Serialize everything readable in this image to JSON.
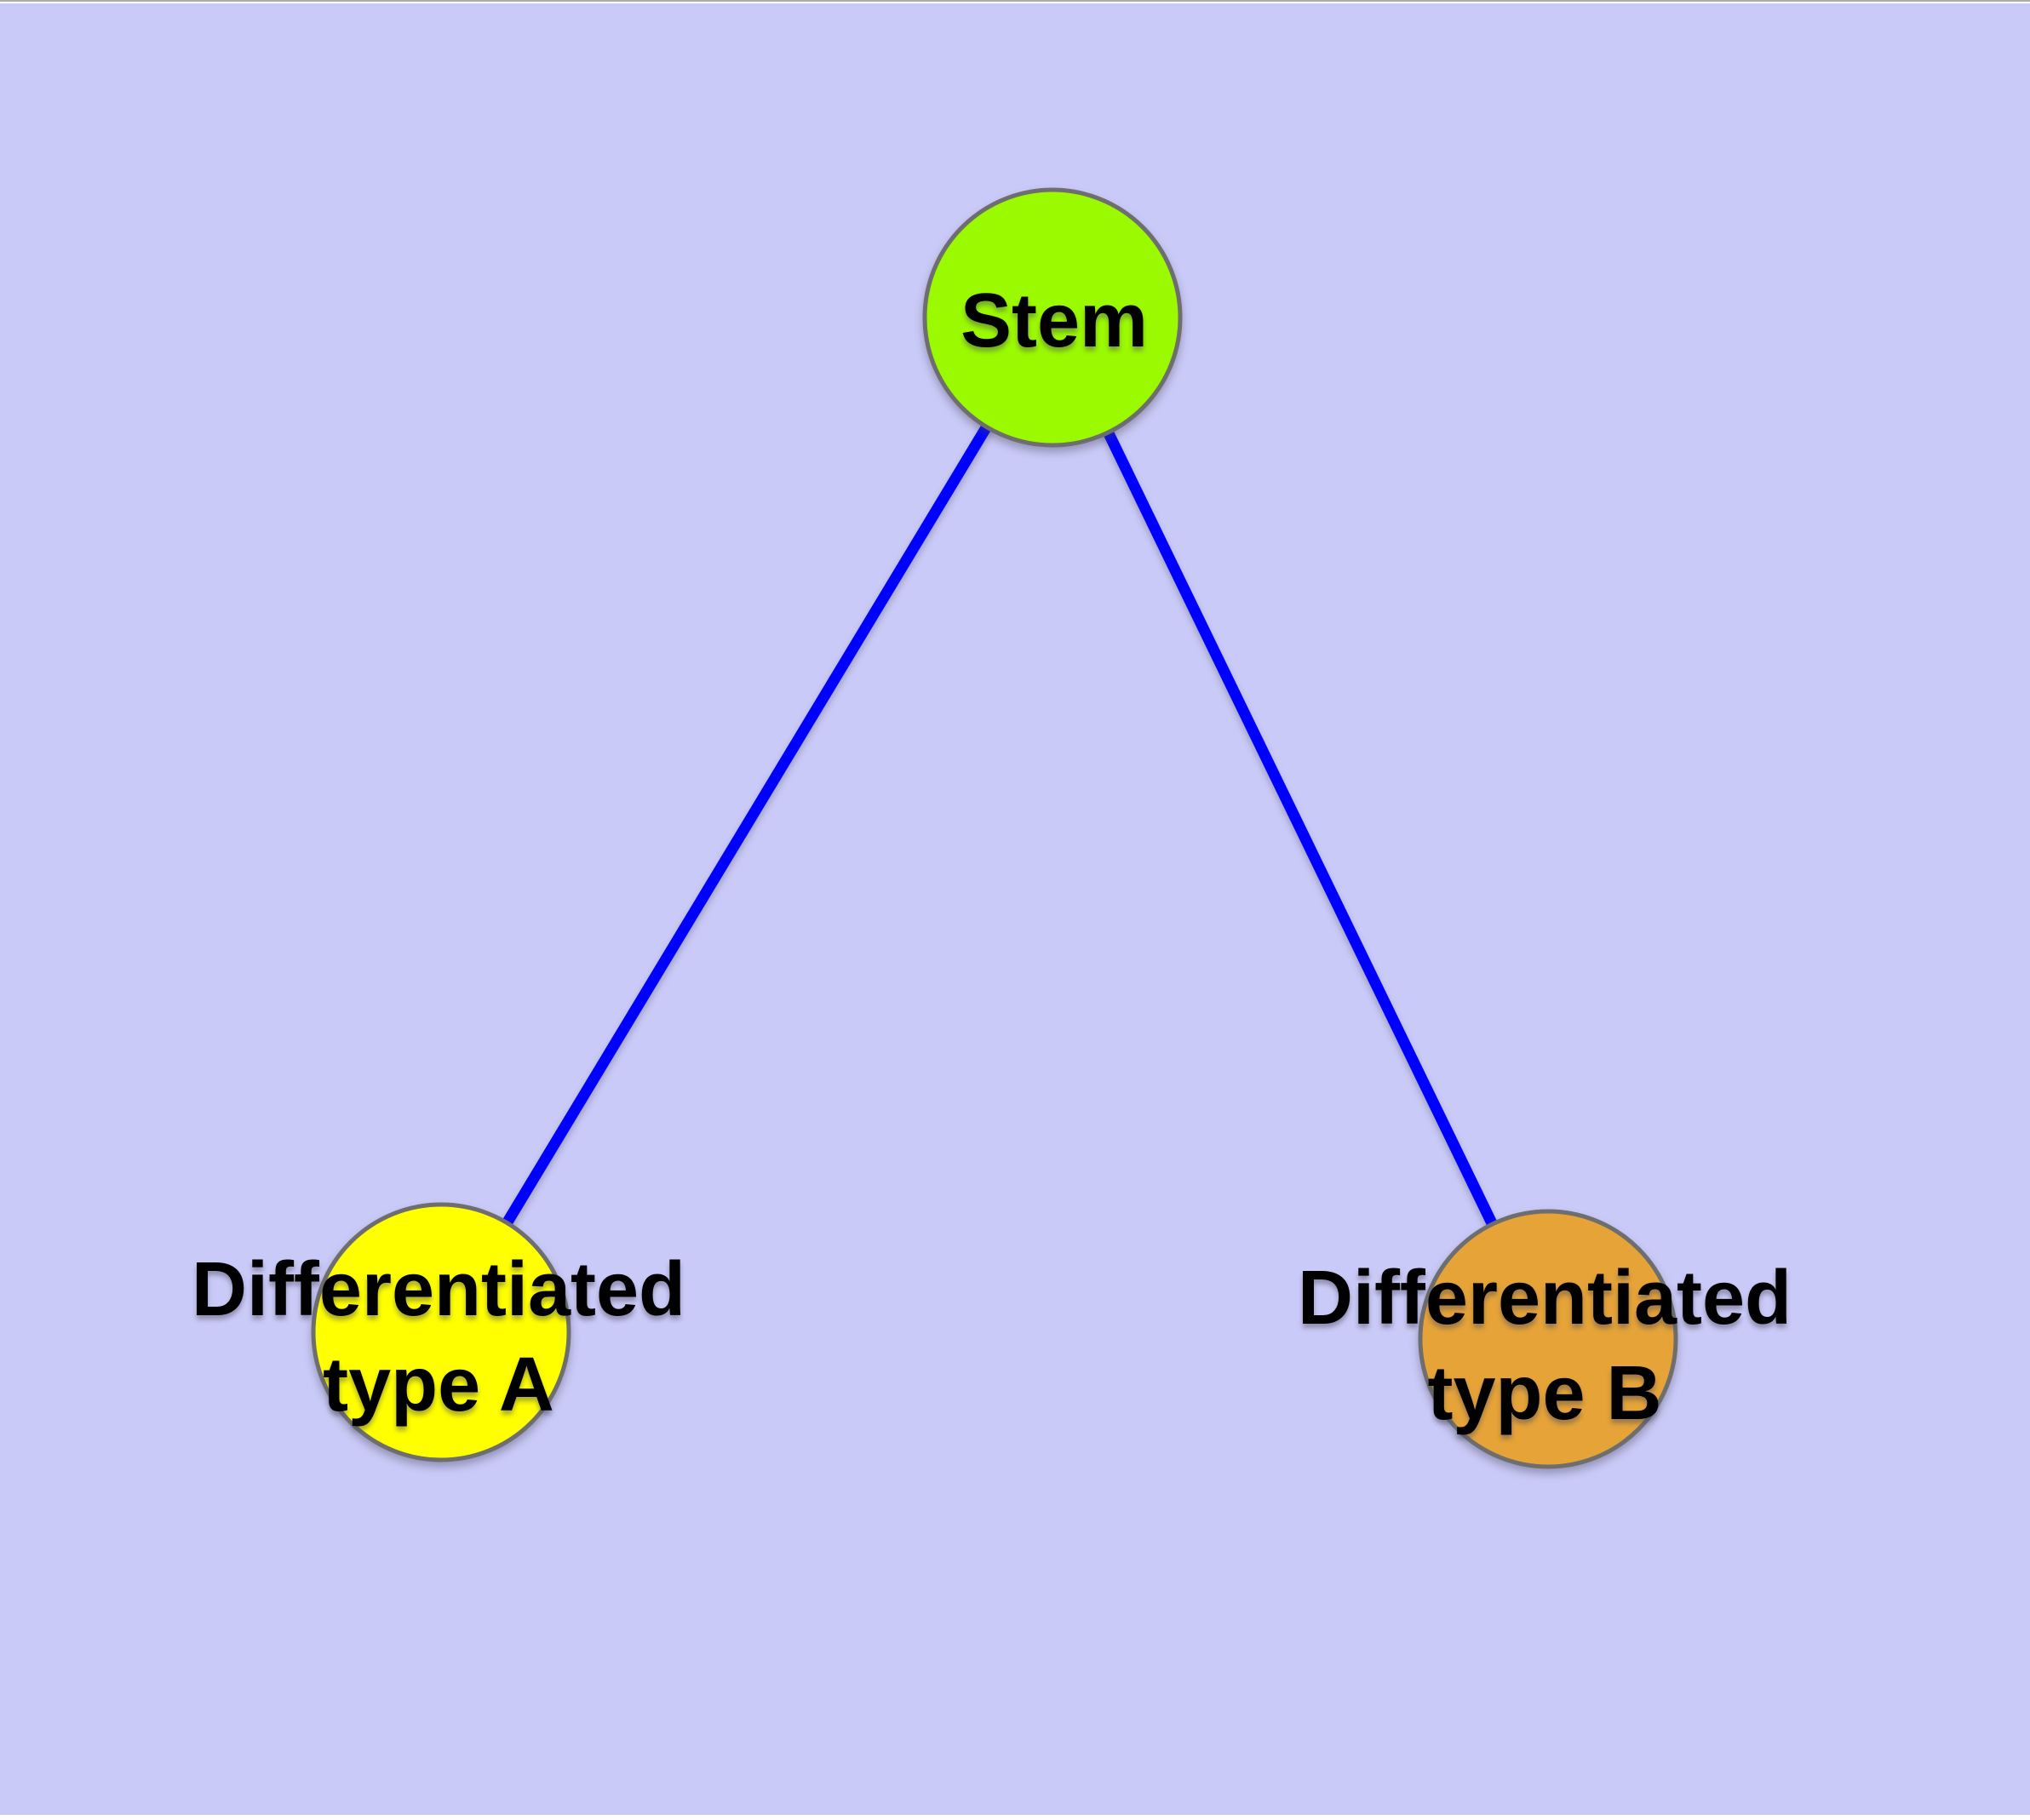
{
  "figure": {
    "type": "graph-diagram",
    "colors": {
      "panel_background": "#CACAF8",
      "page_margin": "#FFFFFF",
      "top_hairline": "#ABABB3",
      "edge": "#0000FF",
      "node_border": "#6E6E6E",
      "label_text": "#000000"
    },
    "nodes": [
      {
        "id": "stem",
        "label_lines": [
          "Stem"
        ],
        "fill": "#9BFA00"
      },
      {
        "id": "differentiated-type-a",
        "label_lines": [
          "Differentiated",
          "type A"
        ],
        "fill": "#FFFF00"
      },
      {
        "id": "differentiated-type-b",
        "label_lines": [
          "Differentiated",
          "type B"
        ],
        "fill": "#E6A338"
      }
    ],
    "edges": [
      {
        "from": "Stem",
        "to": "Differentiated type A"
      },
      {
        "from": "Stem",
        "to": "Differentiated type B"
      }
    ]
  }
}
